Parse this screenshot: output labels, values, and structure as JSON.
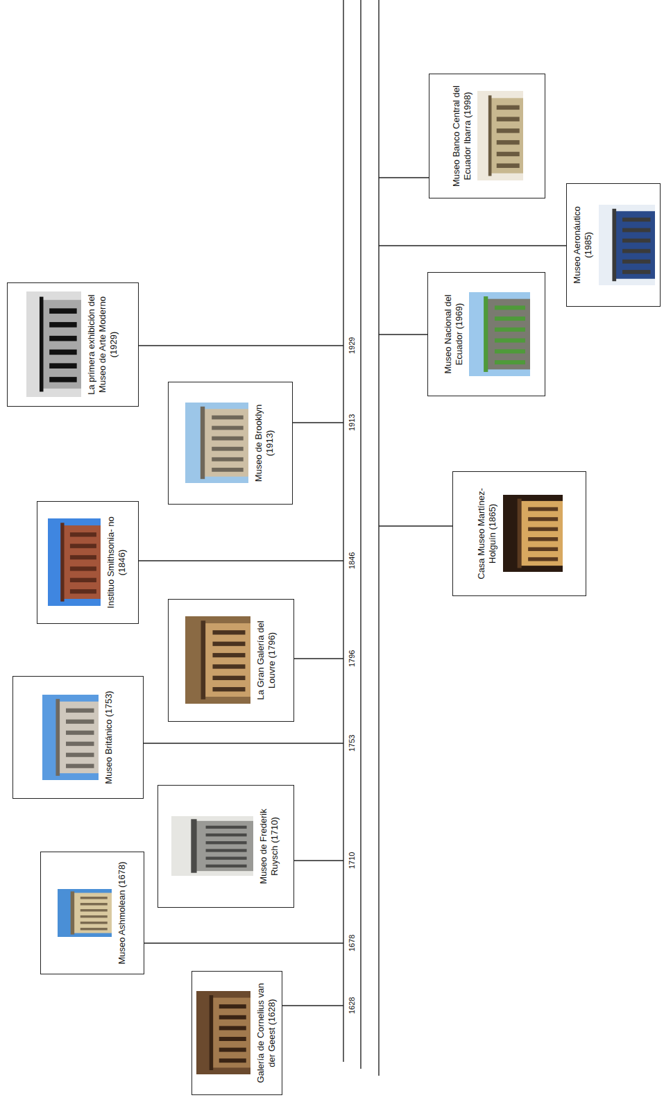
{
  "diagram": {
    "nodes": [
      {
        "text": [
          "Galería de Cornelius van der Geest (1628)"
        ]
      },
      {
        "text": [
          "Museo Ashmolean (1678)"
        ]
      },
      {
        "text": [
          "Museo de Frederik Ruysch (1710)"
        ]
      },
      {
        "text": [
          "Museo Británico (1753)"
        ]
      },
      {
        "text": [
          "La Gran Galería del Louvre (1796)"
        ]
      },
      {
        "text": [
          "Instituo Smithsonia- no (1846)"
        ]
      },
      {
        "text": [
          "Museo de Brooklyn (1913)"
        ]
      },
      {
        "text": [
          "La primera exhibición del Museo de Arte Moderno (1929)"
        ]
      },
      {
        "text": [
          "Casa Museo Martínez-Holguín (1865)"
        ]
      },
      {
        "text": [
          "Museo Nacional del Ecuador (1969)"
        ]
      },
      {
        "text": [
          "Museo Aeronáutico (1985)"
        ]
      },
      {
        "text": [
          "Museo Banco Central del Ecuador Ibarra (1998)"
        ]
      }
    ],
    "labels": [
      "1628",
      "1678",
      "1710",
      "1753",
      "1796",
      "1846",
      "1913",
      "1929"
    ]
  }
}
